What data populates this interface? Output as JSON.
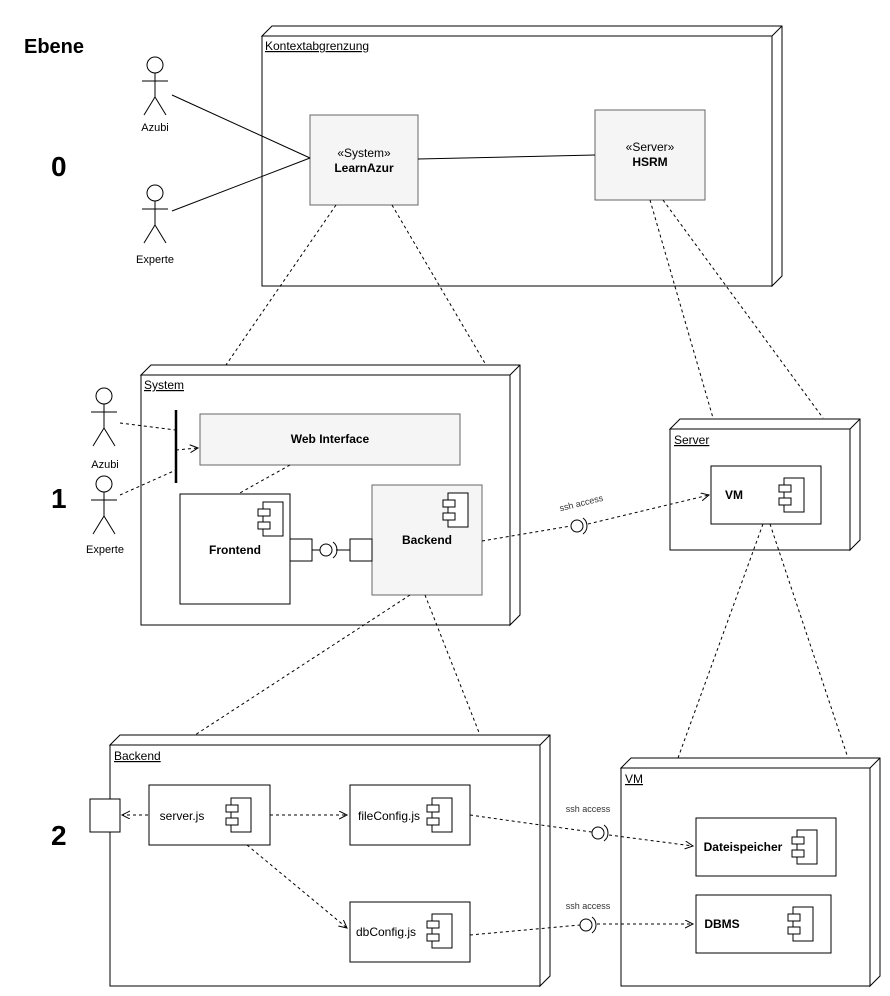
{
  "ebene_label": "Ebene",
  "levels": {
    "l0": "0",
    "l1": "1",
    "l2": "2"
  },
  "level0": {
    "node_title": "Kontextabgrenzung",
    "actor_azubi": "Azubi",
    "actor_experte": "Experte",
    "system_stereotype": "«System»",
    "system_name": "LearnAzur",
    "server_stereotype": "«Server»",
    "server_name": "HSRM"
  },
  "level1": {
    "node_title": "System",
    "actor_azubi": "Azubi",
    "actor_experte": "Experte",
    "web_interface": "Web Interface",
    "frontend": "Frontend",
    "backend": "Backend",
    "server_node_title": "Server",
    "vm": "VM",
    "ssh_label": "ssh access"
  },
  "level2": {
    "backend_node_title": "Backend",
    "server_js": "server.js",
    "file_config": "fileConfig.js",
    "db_config": "dbConfig.js",
    "vm_node_title": "VM",
    "dateispeicher": "Dateispeicher",
    "dbms": "DBMS",
    "ssh_label_1": "ssh access",
    "ssh_label_2": "ssh access"
  }
}
